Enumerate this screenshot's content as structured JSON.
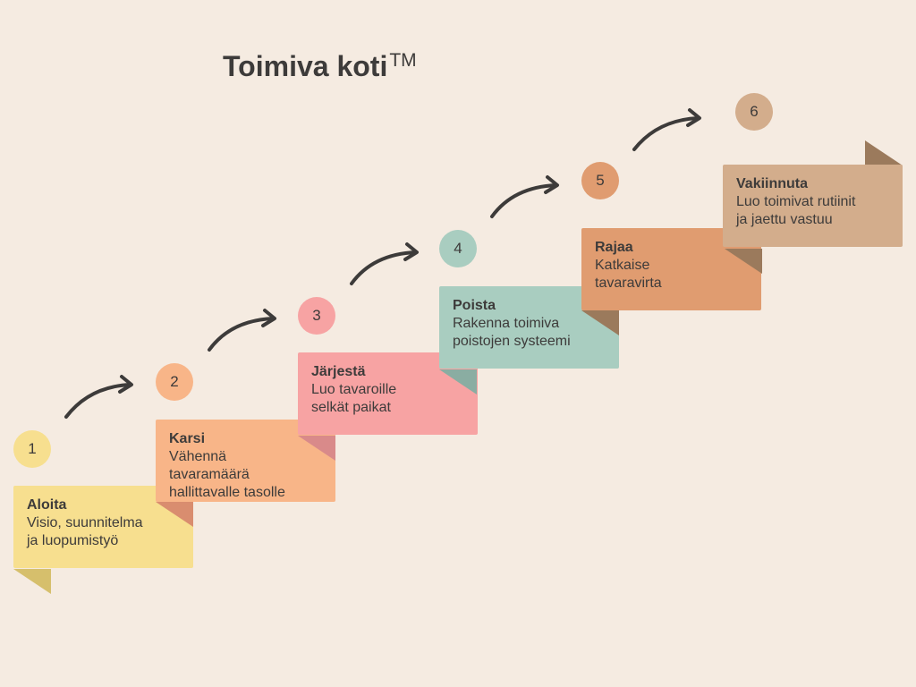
{
  "title": "Toimiva koti",
  "title_mark": "TM",
  "steps": [
    {
      "number": "1",
      "heading": "Aloita",
      "body": "Visio, suunnitelma\nja luopumistyö",
      "color": "#f7df8f",
      "fold_color": "#d6bf6c"
    },
    {
      "number": "2",
      "heading": "Karsi",
      "body": "Vähennä\ntavaramäärä\nhallittavalle tasolle",
      "color": "#f8b588",
      "fold_color": "#d98d6f"
    },
    {
      "number": "3",
      "heading": "Järjestä",
      "body": "Luo tavaroille\nselkät paikat",
      "color": "#f7a3a3",
      "fold_color": "#d98a8a"
    },
    {
      "number": "4",
      "heading": "Poista",
      "body": "Rakenna toimiva\npoistojen systeemi",
      "color": "#a9cdc0",
      "fold_color": "#8aada2"
    },
    {
      "number": "5",
      "heading": "Rajaa",
      "body": "Katkaise\ntavaravirta",
      "color": "#e09c70",
      "fold_color": "#9b7a5c"
    },
    {
      "number": "6",
      "heading": "Vakiinnuta",
      "body": "Luo toimivat rutiinit\nja jaettu vastuu",
      "color": "#d3ad8c",
      "fold_color": "#9b7a5c"
    }
  ]
}
